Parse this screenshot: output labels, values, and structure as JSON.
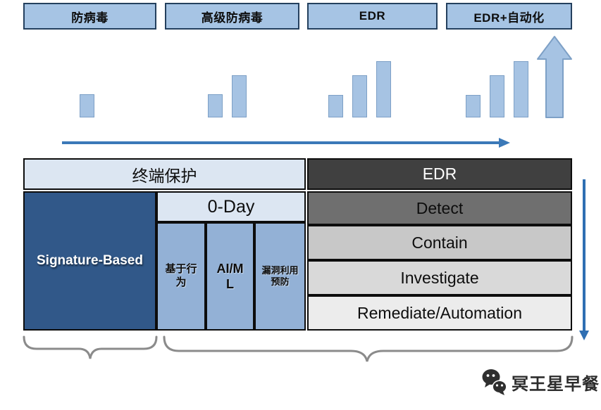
{
  "stages": [
    {
      "label": "防病毒",
      "maturity_bars": [
        33
      ]
    },
    {
      "label": "高级防病毒",
      "maturity_bars": [
        33,
        60
      ]
    },
    {
      "label": "EDR",
      "maturity_bars": [
        32,
        60,
        80
      ]
    },
    {
      "label": "EDR+自动化",
      "maturity_bars": [
        32,
        60,
        80
      ],
      "trend": "up-arrow"
    }
  ],
  "matrix": {
    "endpoint_protection_label": "终端保护",
    "edr_label": "EDR",
    "signature_label": "Signature-Based",
    "zero_day_label": "0-Day",
    "zero_day_columns": [
      "基于行\n为",
      "AI/M\nL",
      "漏洞利用\n预防"
    ],
    "edr_rows": [
      "Detect",
      "Contain",
      "Investigate",
      "Remediate/Automation"
    ]
  },
  "watermark": {
    "text": "冥王星早餐",
    "icon": "wechat-icon"
  },
  "colors": {
    "stage_box_fill": "#a6c4e4",
    "stage_box_border": "#24405e",
    "bar_fill": "#a6c3e3",
    "light_blue_cell": "#dce6f2",
    "medium_blue_cell": "#93b1d6",
    "dark_blue_cell": "#315889",
    "edr_header_fill": "#404040",
    "detect_row_fill": "#6f6f6f",
    "contain_row_fill": "#c8c8c8",
    "investigate_row_fill": "#d9d9d9",
    "remediate_row_fill": "#ececec",
    "arrow_blue": "#2f6fb3",
    "brace_gray": "#8b8b8b"
  }
}
